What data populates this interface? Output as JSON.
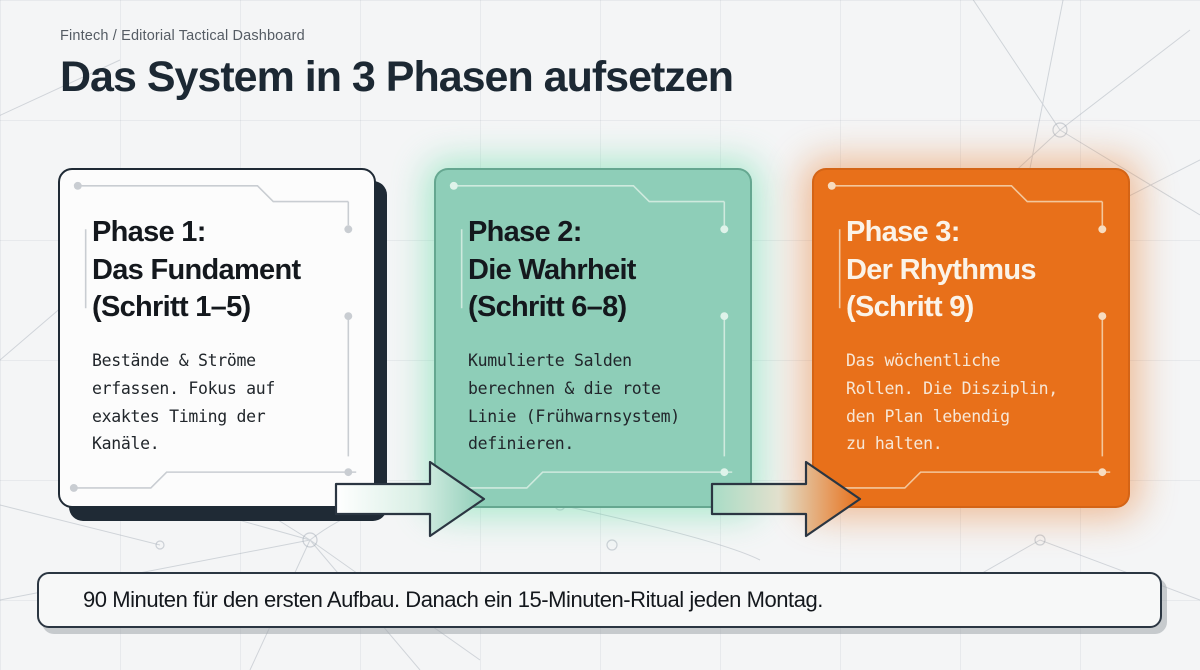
{
  "header": {
    "eyebrow": "Fintech / Editorial Tactical Dashboard",
    "title": "Das System in 3 Phasen aufsetzen"
  },
  "cards": [
    {
      "id": "phase-1",
      "title": "Phase 1:\nDas Fundament\n(Schritt 1–5)",
      "body": "Bestände & Ströme\nerfassen. Fokus auf\nexaktes Timing der\nKanäle.",
      "bg_color": "#FCFCFC",
      "border_color": "#1F2A35",
      "title_color": "#14181D",
      "body_color": "#21262B"
    },
    {
      "id": "phase-2",
      "title": "Phase 2:\nDie Wahrheit\n(Schritt 6–8)",
      "body": "Kumulierte Salden\nberechnen & die rote\nLinie (Frühwarnsystem)\ndefinieren.",
      "bg_color": "#8ECEB8",
      "border_color": "#2E6E55",
      "title_color": "#14181D",
      "body_color": "#21262B"
    },
    {
      "id": "phase-3",
      "title": "Phase 3:\nDer Rhythmus\n(Schritt 9)",
      "body": "Das wöchentliche\nRollen. Die Disziplin,\nden Plan lebendig\nzu halten.",
      "bg_color": "#E8701A",
      "border_color": "#96410A",
      "title_color": "#FBF3E8",
      "body_color": "#F7E7D6"
    }
  ],
  "arrows": [
    {
      "id": "arrow-1-to-2",
      "from": "phase-1",
      "to": "phase-2",
      "from_color": "#FFFFFF",
      "to_color": "#8ECEB8"
    },
    {
      "id": "arrow-2-to-3",
      "from": "phase-2",
      "to": "phase-3",
      "from_color": "#A8DCC6",
      "to_color": "#E8701A"
    }
  ],
  "footer": {
    "text": "90 Minuten für den ersten Aufbau. Danach ein 15-Minuten-Ritual jeden Montag.",
    "text_color": "#14181D",
    "border_color": "#2B3642"
  },
  "theme": {
    "background": "#F4F5F6",
    "grid_line": "#78829110",
    "accent_teal": "#8ECEB8",
    "accent_orange": "#E8701A",
    "ink": "#1C2833"
  }
}
